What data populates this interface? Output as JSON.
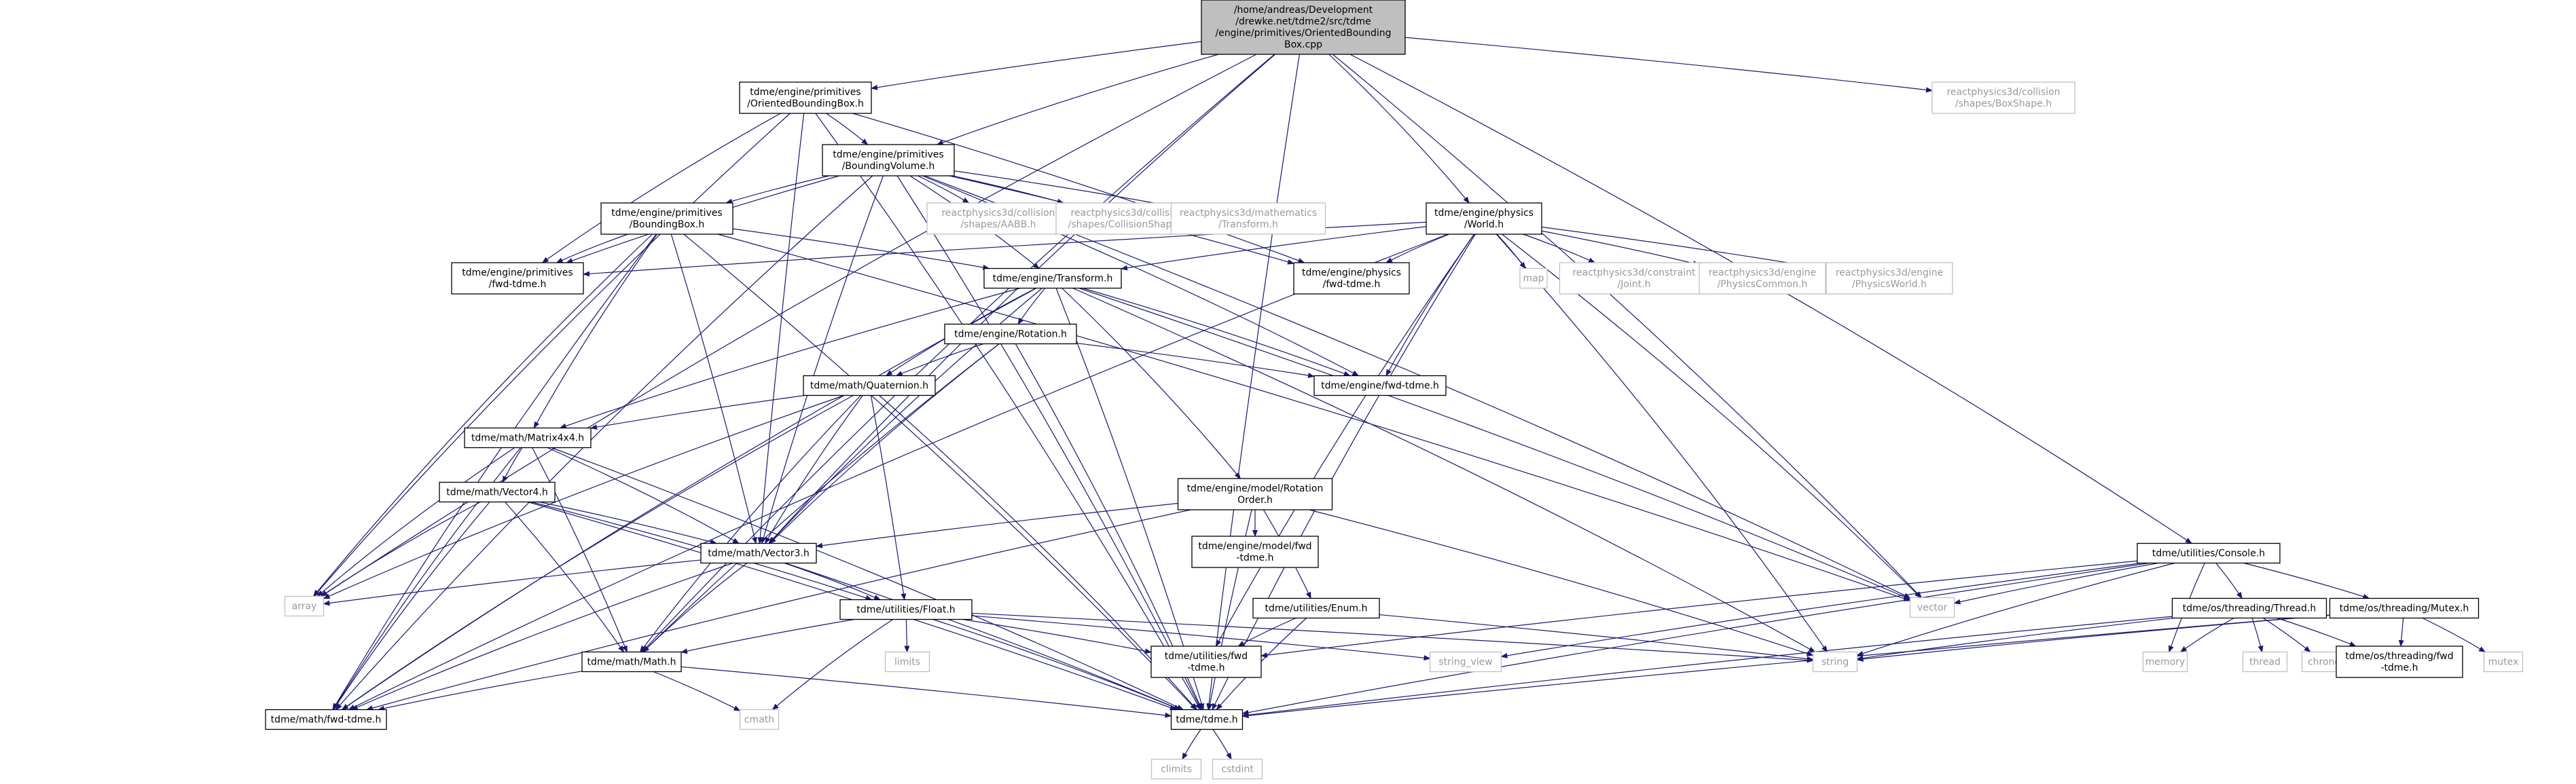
{
  "colors": {
    "edge": "#191970",
    "border": "#000000",
    "ext_border": "#bfbfbf",
    "root_fill": "#bfbfbf",
    "fill": "#ffffff",
    "ext_text": "#999999"
  },
  "nodes": [
    {
      "id": "root",
      "lines": [
        "/home/andreas/Development",
        "/drewke.net/tdme2/src/tdme",
        "/engine/primitives/OrientedBounding",
        "Box.cpp"
      ],
      "kind": "root"
    },
    {
      "id": "obb_h",
      "lines": [
        "tdme/engine/primitives",
        "/OrientedBoundingBox.h"
      ],
      "kind": "int"
    },
    {
      "id": "boxshape",
      "lines": [
        "reactphysics3d/collision",
        "/shapes/BoxShape.h"
      ],
      "kind": "ext"
    },
    {
      "id": "bv_h",
      "lines": [
        "tdme/engine/primitives",
        "/BoundingVolume.h"
      ],
      "kind": "int"
    },
    {
      "id": "world_h",
      "lines": [
        "tdme/engine/physics",
        "/World.h"
      ],
      "kind": "int"
    },
    {
      "id": "console_h",
      "lines": [
        "tdme/utilities/Console.h"
      ],
      "kind": "int"
    },
    {
      "id": "bbox_h",
      "lines": [
        "tdme/engine/primitives",
        "/BoundingBox.h"
      ],
      "kind": "int"
    },
    {
      "id": "aabb",
      "lines": [
        "reactphysics3d/collision",
        "/shapes/AABB.h"
      ],
      "kind": "ext"
    },
    {
      "id": "collshape",
      "lines": [
        "reactphysics3d/collision",
        "/shapes/CollisionShape.h"
      ],
      "kind": "ext"
    },
    {
      "id": "rp_transform",
      "lines": [
        "reactphysics3d/mathematics",
        "/Transform.h"
      ],
      "kind": "ext"
    },
    {
      "id": "prim_fwd",
      "lines": [
        "tdme/engine/primitives",
        "/fwd-tdme.h"
      ],
      "kind": "int"
    },
    {
      "id": "phys_fwd",
      "lines": [
        "tdme/engine/physics",
        "/fwd-tdme.h"
      ],
      "kind": "int"
    },
    {
      "id": "map",
      "lines": [
        "map"
      ],
      "kind": "ext"
    },
    {
      "id": "joint",
      "lines": [
        "reactphysics3d/constraint",
        "/Joint.h"
      ],
      "kind": "ext"
    },
    {
      "id": "physcommon",
      "lines": [
        "reactphysics3d/engine",
        "/PhysicsCommon.h"
      ],
      "kind": "ext"
    },
    {
      "id": "physworld",
      "lines": [
        "reactphysics3d/engine",
        "/PhysicsWorld.h"
      ],
      "kind": "ext"
    },
    {
      "id": "transform_h",
      "lines": [
        "tdme/engine/Transform.h"
      ],
      "kind": "int"
    },
    {
      "id": "rotation_h",
      "lines": [
        "tdme/engine/Rotation.h"
      ],
      "kind": "int"
    },
    {
      "id": "engine_fwd",
      "lines": [
        "tdme/engine/fwd-tdme.h"
      ],
      "kind": "int"
    },
    {
      "id": "quat_h",
      "lines": [
        "tdme/math/Quaternion.h"
      ],
      "kind": "int"
    },
    {
      "id": "mat4_h",
      "lines": [
        "tdme/math/Matrix4x4.h"
      ],
      "kind": "int"
    },
    {
      "id": "vec4_h",
      "lines": [
        "tdme/math/Vector4.h"
      ],
      "kind": "int"
    },
    {
      "id": "rotorder_h",
      "lines": [
        "tdme/engine/model/Rotation",
        "Order.h"
      ],
      "kind": "int"
    },
    {
      "id": "model_fwd",
      "lines": [
        "tdme/engine/model/fwd",
        "-tdme.h"
      ],
      "kind": "int"
    },
    {
      "id": "vec3_h",
      "lines": [
        "tdme/math/Vector3.h"
      ],
      "kind": "int"
    },
    {
      "id": "enum_h",
      "lines": [
        "tdme/utilities/Enum.h"
      ],
      "kind": "int"
    },
    {
      "id": "array",
      "lines": [
        "array"
      ],
      "kind": "ext"
    },
    {
      "id": "vector",
      "lines": [
        "vector"
      ],
      "kind": "ext"
    },
    {
      "id": "float_h",
      "lines": [
        "tdme/utilities/Float.h"
      ],
      "kind": "int"
    },
    {
      "id": "thread_h",
      "lines": [
        "tdme/os/threading/Thread.h"
      ],
      "kind": "int"
    },
    {
      "id": "mutex_h",
      "lines": [
        "tdme/os/threading/Mutex.h"
      ],
      "kind": "int"
    },
    {
      "id": "limits",
      "lines": [
        "limits"
      ],
      "kind": "ext"
    },
    {
      "id": "util_fwd",
      "lines": [
        "tdme/utilities/fwd",
        "-tdme.h"
      ],
      "kind": "int"
    },
    {
      "id": "string_view",
      "lines": [
        "string_view"
      ],
      "kind": "ext"
    },
    {
      "id": "string",
      "lines": [
        "string"
      ],
      "kind": "ext"
    },
    {
      "id": "memory",
      "lines": [
        "memory"
      ],
      "kind": "ext"
    },
    {
      "id": "thread",
      "lines": [
        "thread"
      ],
      "kind": "ext"
    },
    {
      "id": "chrono",
      "lines": [
        "chrono"
      ],
      "kind": "ext"
    },
    {
      "id": "thr_fwd",
      "lines": [
        "tdme/os/threading/fwd",
        "-tdme.h"
      ],
      "kind": "int"
    },
    {
      "id": "mutex",
      "lines": [
        "mutex"
      ],
      "kind": "ext"
    },
    {
      "id": "math_h",
      "lines": [
        "tdme/math/Math.h"
      ],
      "kind": "int"
    },
    {
      "id": "math_fwd",
      "lines": [
        "tdme/math/fwd-tdme.h"
      ],
      "kind": "int"
    },
    {
      "id": "cmath",
      "lines": [
        "cmath"
      ],
      "kind": "ext"
    },
    {
      "id": "tdme_h",
      "lines": [
        "tdme/tdme.h"
      ],
      "kind": "int"
    },
    {
      "id": "climits",
      "lines": [
        "climits"
      ],
      "kind": "ext"
    },
    {
      "id": "cstdint",
      "lines": [
        "cstdint"
      ],
      "kind": "ext"
    }
  ],
  "edges": [
    [
      "root",
      "obb_h"
    ],
    [
      "root",
      "bv_h"
    ],
    [
      "root",
      "world_h"
    ],
    [
      "root",
      "boxshape"
    ],
    [
      "root",
      "console_h"
    ],
    [
      "root",
      "vec3_h"
    ],
    [
      "root",
      "math_h"
    ],
    [
      "root",
      "array"
    ],
    [
      "root",
      "vector"
    ],
    [
      "root",
      "tdme_h"
    ],
    [
      "obb_h",
      "bv_h"
    ],
    [
      "obb_h",
      "prim_fwd"
    ],
    [
      "obb_h",
      "phys_fwd"
    ],
    [
      "obb_h",
      "vec3_h"
    ],
    [
      "obb_h",
      "array"
    ],
    [
      "obb_h",
      "tdme_h"
    ],
    [
      "bv_h",
      "bbox_h"
    ],
    [
      "bv_h",
      "aabb"
    ],
    [
      "bv_h",
      "collshape"
    ],
    [
      "bv_h",
      "rp_transform"
    ],
    [
      "bv_h",
      "prim_fwd"
    ],
    [
      "bv_h",
      "phys_fwd"
    ],
    [
      "bv_h",
      "transform_h"
    ],
    [
      "bv_h",
      "engine_fwd"
    ],
    [
      "bv_h",
      "vec3_h"
    ],
    [
      "bv_h",
      "math_fwd"
    ],
    [
      "bv_h",
      "tdme_h"
    ],
    [
      "bv_h",
      "vector"
    ],
    [
      "bbox_h",
      "prim_fwd"
    ],
    [
      "bbox_h",
      "transform_h"
    ],
    [
      "bbox_h",
      "mat4_h"
    ],
    [
      "bbox_h",
      "vec3_h"
    ],
    [
      "bbox_h",
      "array"
    ],
    [
      "bbox_h",
      "math_fwd"
    ],
    [
      "bbox_h",
      "tdme_h"
    ],
    [
      "bbox_h",
      "vector"
    ],
    [
      "world_h",
      "prim_fwd"
    ],
    [
      "world_h",
      "phys_fwd"
    ],
    [
      "world_h",
      "map"
    ],
    [
      "world_h",
      "joint"
    ],
    [
      "world_h",
      "physcommon"
    ],
    [
      "world_h",
      "physworld"
    ],
    [
      "world_h",
      "transform_h"
    ],
    [
      "world_h",
      "engine_fwd"
    ],
    [
      "world_h",
      "math_fwd"
    ],
    [
      "world_h",
      "util_fwd"
    ],
    [
      "world_h",
      "string"
    ],
    [
      "world_h",
      "vector"
    ],
    [
      "world_h",
      "tdme_h"
    ],
    [
      "transform_h",
      "rotation_h"
    ],
    [
      "transform_h",
      "engine_fwd"
    ],
    [
      "transform_h",
      "quat_h"
    ],
    [
      "transform_h",
      "mat4_h"
    ],
    [
      "transform_h",
      "vec3_h"
    ],
    [
      "transform_h",
      "rotorder_h"
    ],
    [
      "transform_h",
      "string"
    ],
    [
      "transform_h",
      "vector"
    ],
    [
      "transform_h",
      "math_fwd"
    ],
    [
      "transform_h",
      "tdme_h"
    ],
    [
      "rotation_h",
      "engine_fwd"
    ],
    [
      "rotation_h",
      "quat_h"
    ],
    [
      "rotation_h",
      "vec3_h"
    ],
    [
      "rotation_h",
      "math_h"
    ],
    [
      "rotation_h",
      "tdme_h"
    ],
    [
      "quat_h",
      "mat4_h"
    ],
    [
      "quat_h",
      "vec3_h"
    ],
    [
      "quat_h",
      "array"
    ],
    [
      "quat_h",
      "float_h"
    ],
    [
      "quat_h",
      "math_h"
    ],
    [
      "quat_h",
      "math_fwd"
    ],
    [
      "quat_h",
      "tdme_h"
    ],
    [
      "mat4_h",
      "vec4_h"
    ],
    [
      "mat4_h",
      "vec3_h"
    ],
    [
      "mat4_h",
      "array"
    ],
    [
      "mat4_h",
      "math_h"
    ],
    [
      "mat4_h",
      "math_fwd"
    ],
    [
      "mat4_h",
      "tdme_h"
    ],
    [
      "vec4_h",
      "vec3_h"
    ],
    [
      "vec4_h",
      "array"
    ],
    [
      "vec4_h",
      "float_h"
    ],
    [
      "vec4_h",
      "math_h"
    ],
    [
      "vec4_h",
      "math_fwd"
    ],
    [
      "vec4_h",
      "tdme_h"
    ],
    [
      "rotorder_h",
      "model_fwd"
    ],
    [
      "rotorder_h",
      "vec3_h"
    ],
    [
      "rotorder_h",
      "enum_h"
    ],
    [
      "rotorder_h",
      "string"
    ],
    [
      "rotorder_h",
      "math_fwd"
    ],
    [
      "rotorder_h",
      "tdme_h"
    ],
    [
      "vec3_h",
      "array"
    ],
    [
      "vec3_h",
      "float_h"
    ],
    [
      "vec3_h",
      "math_h"
    ],
    [
      "vec3_h",
      "math_fwd"
    ],
    [
      "vec3_h",
      "tdme_h"
    ],
    [
      "enum_h",
      "util_fwd"
    ],
    [
      "enum_h",
      "string"
    ],
    [
      "enum_h",
      "tdme_h"
    ],
    [
      "float_h",
      "limits"
    ],
    [
      "float_h",
      "util_fwd"
    ],
    [
      "float_h",
      "string_view"
    ],
    [
      "float_h",
      "string"
    ],
    [
      "float_h",
      "math_h"
    ],
    [
      "float_h",
      "cmath"
    ],
    [
      "float_h",
      "tdme_h"
    ],
    [
      "console_h",
      "util_fwd"
    ],
    [
      "console_h",
      "thread_h"
    ],
    [
      "console_h",
      "mutex_h"
    ],
    [
      "console_h",
      "string_view"
    ],
    [
      "console_h",
      "string"
    ],
    [
      "console_h",
      "memory"
    ],
    [
      "console_h",
      "vector"
    ],
    [
      "console_h",
      "tdme_h"
    ],
    [
      "thread_h",
      "string"
    ],
    [
      "thread_h",
      "memory"
    ],
    [
      "thread_h",
      "thread"
    ],
    [
      "thread_h",
      "chrono"
    ],
    [
      "thread_h",
      "thr_fwd"
    ],
    [
      "thread_h",
      "tdme_h"
    ],
    [
      "mutex_h",
      "string"
    ],
    [
      "mutex_h",
      "thr_fwd"
    ],
    [
      "mutex_h",
      "mutex"
    ],
    [
      "mutex_h",
      "tdme_h"
    ],
    [
      "math_h",
      "math_fwd"
    ],
    [
      "math_h",
      "cmath"
    ],
    [
      "math_h",
      "tdme_h"
    ],
    [
      "tdme_h",
      "climits"
    ],
    [
      "tdme_h",
      "cstdint"
    ]
  ]
}
